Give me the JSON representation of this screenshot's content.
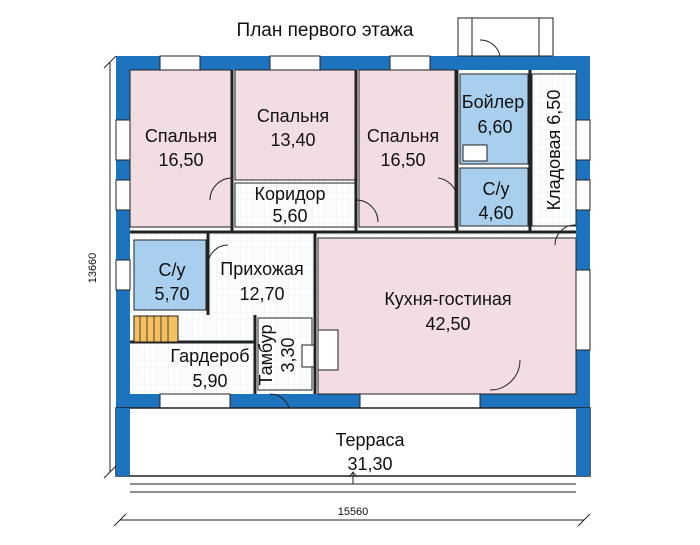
{
  "title": "План первого этажа",
  "dimensions": {
    "width": "15560",
    "height": "13660"
  },
  "rooms": [
    {
      "key": "bedroom1",
      "name": "Спальня",
      "area": "16,50"
    },
    {
      "key": "bedroom2",
      "name": "Спальня",
      "area": "13,40"
    },
    {
      "key": "bedroom3",
      "name": "Спальня",
      "area": "16,50"
    },
    {
      "key": "boiler",
      "name": "Бойлер",
      "area": "6,60"
    },
    {
      "key": "pantry",
      "name": "Кладовая",
      "area": "6,50"
    },
    {
      "key": "corridor",
      "name": "Коридор",
      "area": "5,60"
    },
    {
      "key": "bath2",
      "name": "С/у",
      "area": "4,60"
    },
    {
      "key": "bath1",
      "name": "С/у",
      "area": "5,70"
    },
    {
      "key": "hall",
      "name": "Прихожая",
      "area": "12,70"
    },
    {
      "key": "kitchen",
      "name": "Кухня-гостиная",
      "area": "42,50"
    },
    {
      "key": "vestibule",
      "name": "Тамбур",
      "area": "3,30"
    },
    {
      "key": "wardrobe",
      "name": "Гардероб",
      "area": "5,90"
    },
    {
      "key": "terrace",
      "name": "Терраса",
      "area": "31,30"
    }
  ],
  "colors": {
    "wall": "#1e73be",
    "bedroom_fill": "#f2dde3",
    "wet_fill": "#a8d0ee",
    "floor_fill": "#ffffff",
    "terrace_fill": "#ffffff",
    "grid": "#cfe3f3",
    "stair": "#f5c060",
    "line": "#222222"
  }
}
